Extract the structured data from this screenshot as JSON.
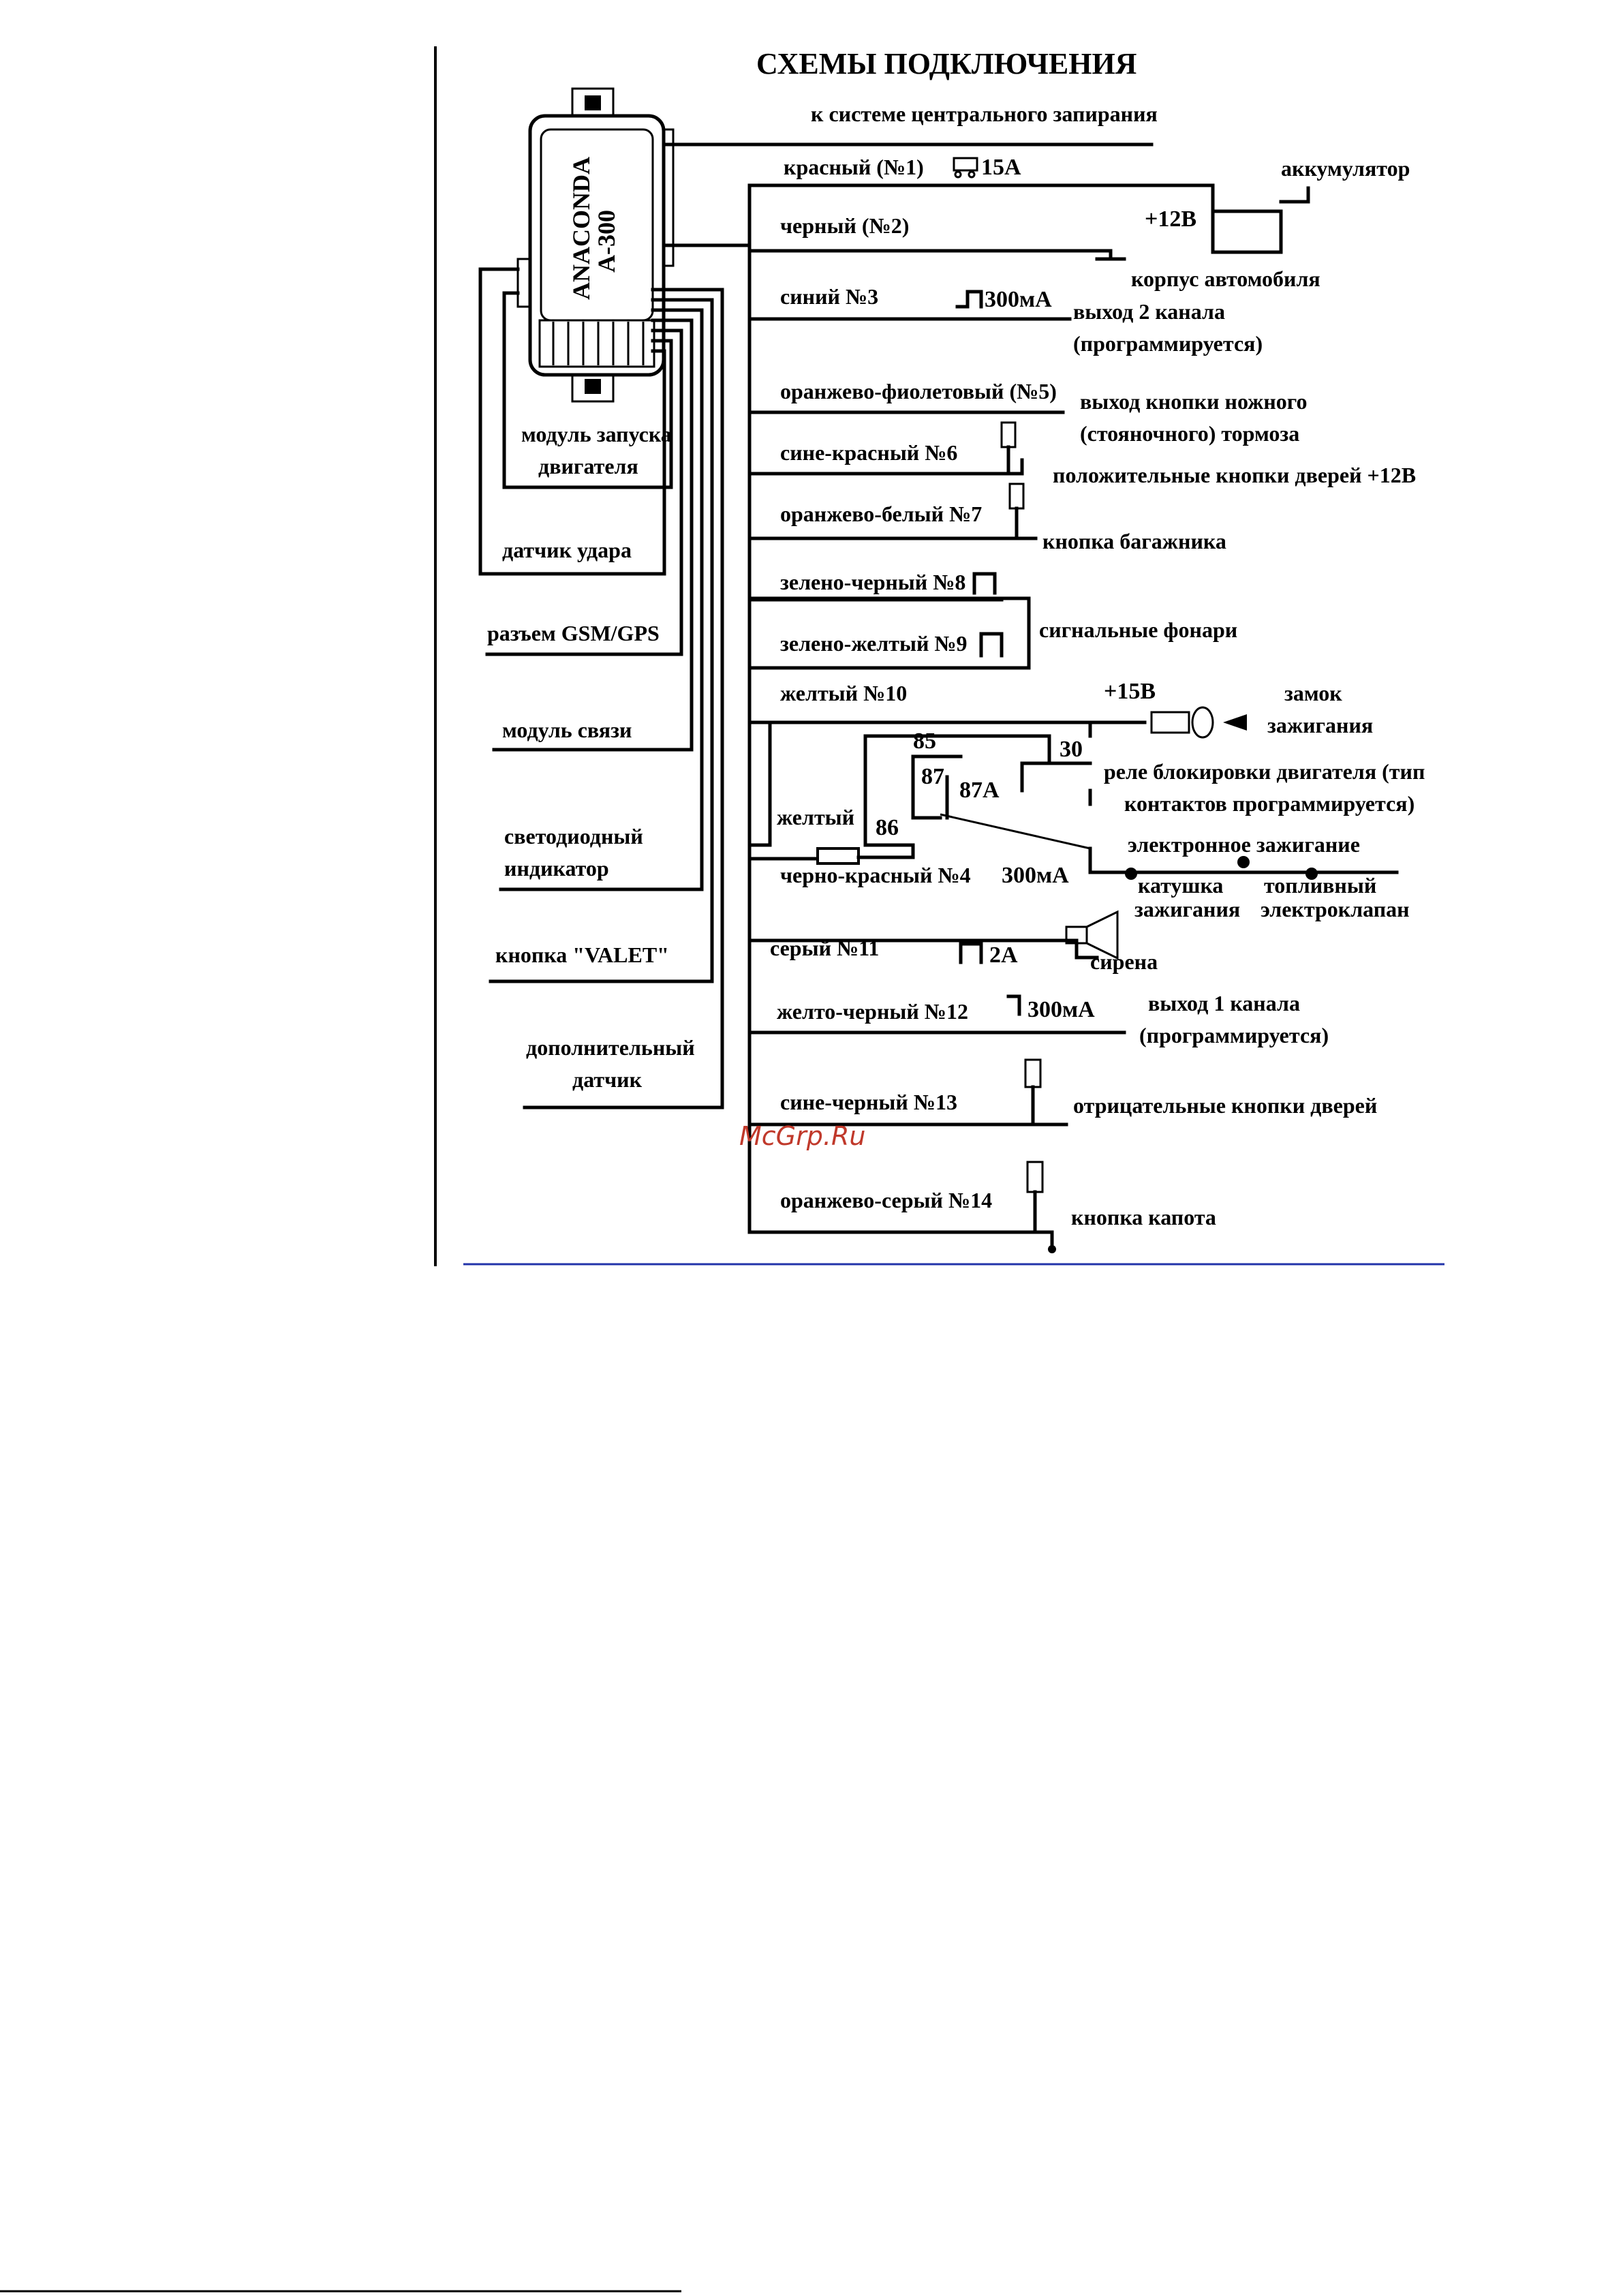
{
  "title": "СХЕМЫ ПОДКЛЮЧЕНИЯ",
  "unit": {
    "name_line1": "ANACONDA",
    "name_line2": "A-300"
  },
  "left_labels": {
    "engine_module_1": "модуль запуска",
    "engine_module_2": "двигателя",
    "shock_sensor": "датчик удара",
    "gsm_gps": "разъем GSM/GPS",
    "comm_module": "модуль связи",
    "led_1": "светодиодный",
    "led_2": "индикатор",
    "valet": "кнопка \"VALET\"",
    "extra_sensor_1": "дополнительный",
    "extra_sensor_2": "датчик"
  },
  "wires": {
    "central_lock": "к системе центрального запирания",
    "w1": "красный (№1)",
    "w1_fuse": "15А",
    "battery": "аккумулятор",
    "plus12": "+12В",
    "w2": "черный (№2)",
    "body": "корпус автомобиля",
    "w3": "синий №3",
    "w3_current": "300мА",
    "out2_1": "выход 2 канала",
    "out2_2": "(программируется)",
    "w5": "оранжево-фиолетовый (№5)",
    "brake_1": "выход кнопки ножного",
    "brake_2": "(стояночного) тормоза",
    "w6": "сине-красный №6",
    "pos_doors": "положительные кнопки дверей +12В",
    "w7": "оранжево-белый №7",
    "trunk": "кнопка багажника",
    "w8": "зелено-черный №8",
    "w9": "зелено-желтый №9",
    "signal_lights": "сигнальные фонари",
    "w10": "желтый №10",
    "plus15": "+15В",
    "ign_lock_1": "замок",
    "ign_lock_2": "зажигания",
    "relay_1": "реле блокировки двигателя (тип",
    "relay_2": "контактов программируется)",
    "electronic_ign": "электронное зажигание",
    "yellow": "желтый",
    "w4": "черно-красный №4",
    "w4_current": "300мА",
    "coil_1": "катушка",
    "coil_2": "зажигания",
    "fuel_1": "топливный",
    "fuel_2": "электроклапан",
    "w11": "серый №11",
    "w11_current": "2А",
    "siren": "сирена",
    "w12": "желто-черный №12",
    "w12_current": "300мА",
    "out1_1": "выход 1 канала",
    "out1_2": "(программируется)",
    "w13": "сине-черный №13",
    "neg_doors": "отрицательные кнопки дверей",
    "w14": "оранжево-серый №14",
    "hood": "кнопка капота"
  },
  "relay_pins": {
    "p85": "85",
    "p30": "30",
    "p87": "87",
    "p87a": "87А",
    "p86": "86"
  },
  "watermark": "McGrp.Ru"
}
